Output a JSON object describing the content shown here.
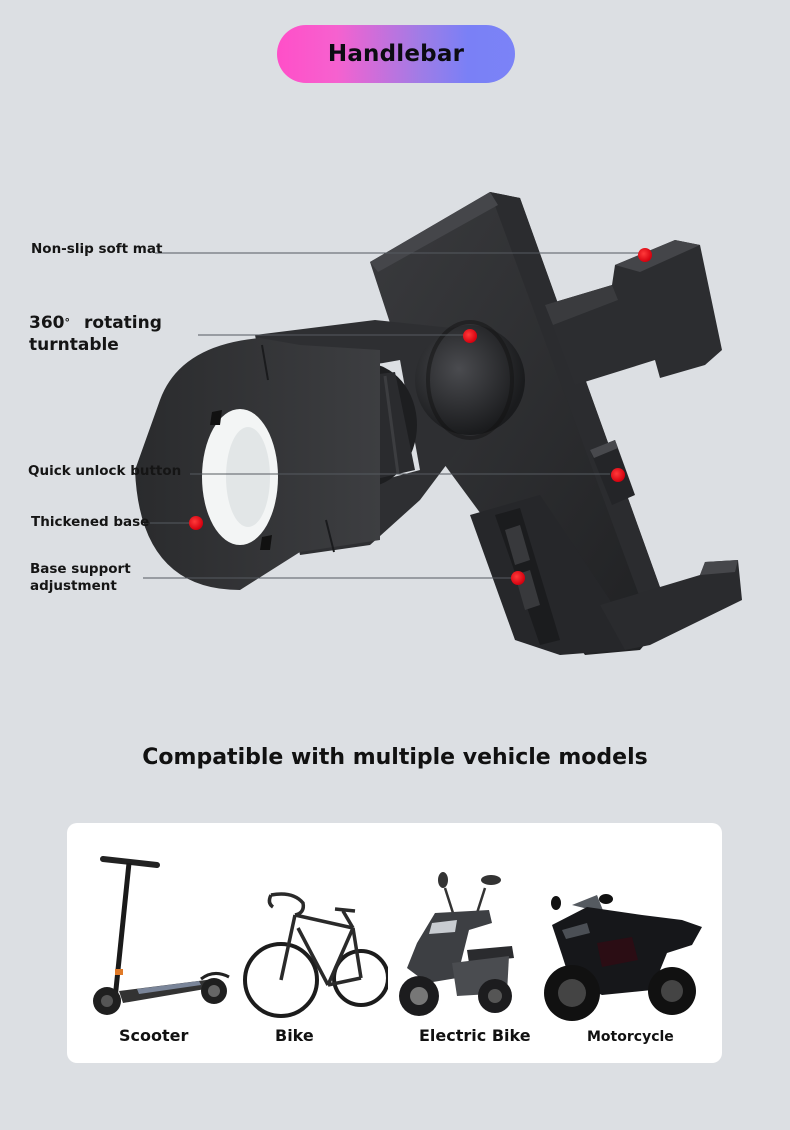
{
  "header": {
    "badge_label": "Handlebar"
  },
  "product": {
    "annotations": [
      {
        "id": "non-slip-soft-mat",
        "label": "Non-slip soft mat"
      },
      {
        "id": "rotating-turntable",
        "label_main": "360",
        "label_deg": "°",
        "label_rest": "rotating",
        "label_line2": "turntable"
      },
      {
        "id": "quick-unlock-button",
        "label": "Quick unlock button"
      },
      {
        "id": "thickened-base",
        "label": "Thickened base"
      },
      {
        "id": "base-support-adjustment",
        "label_line1": "Base support",
        "label_line2": "adjustment"
      }
    ],
    "marker_color": "#e8101e",
    "line_color": "#555a60"
  },
  "compat": {
    "title": "Compatible with multiple vehicle models",
    "vehicles": [
      {
        "name": "Scooter"
      },
      {
        "name": "Bike"
      },
      {
        "name": "Electric Bike"
      },
      {
        "name": "Motorcycle"
      }
    ]
  },
  "colors": {
    "background": "#dcdfe3",
    "badge_gradient_start": "#ff4fc8",
    "badge_gradient_end": "#7b83f7"
  }
}
